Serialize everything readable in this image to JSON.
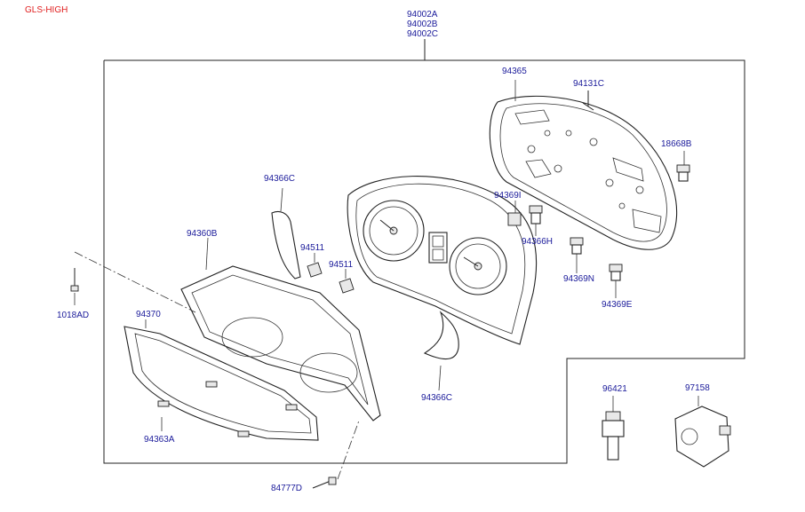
{
  "variant_label": "GLS-HIGH",
  "assembly_numbers": [
    "94002A",
    "94002B",
    "94002C"
  ],
  "parts": {
    "p94365": "94365",
    "p94131C": "94131C",
    "p18668B": "18668B",
    "p94366C_top": "94366C",
    "p94369I": "94369I",
    "p94366H": "94366H",
    "p94360B": "94360B",
    "p94511_a": "94511",
    "p94511_b": "94511",
    "p94369N": "94369N",
    "p1018AD": "1018AD",
    "p94369E": "94369E",
    "p94370": "94370",
    "p94366C_bottom": "94366C",
    "p96421": "96421",
    "p97158": "97158",
    "p94363A": "94363A",
    "p84777D": "84777D"
  }
}
